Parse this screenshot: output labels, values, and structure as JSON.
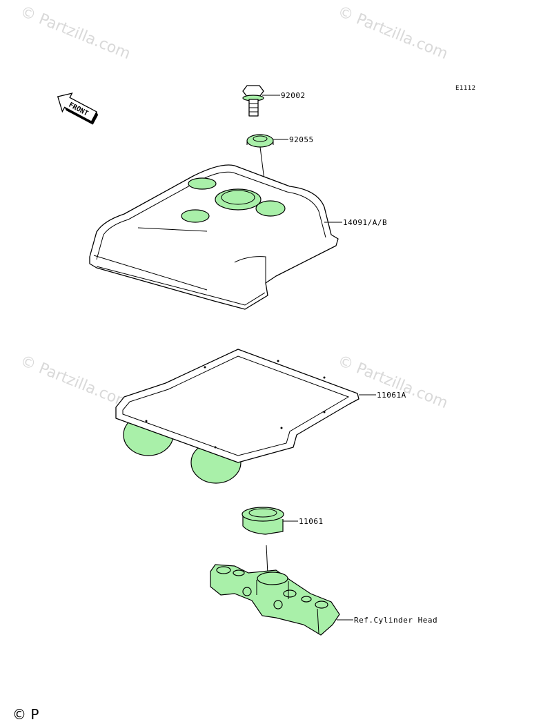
{
  "drawing_code": "E1112",
  "front_arrow": {
    "label": "FRONT"
  },
  "watermarks": [
    "© Partzilla.com",
    "© Partzilla.com",
    "© Partzilla.com",
    "© Partzilla.com"
  ],
  "copyright_fragment": "© P",
  "parts": [
    {
      "number": "92002",
      "name": "bolt"
    },
    {
      "number": "92055",
      "name": "washer"
    },
    {
      "number": "14091/A/B",
      "name": "cylinder-head-cover"
    },
    {
      "number": "11061A",
      "name": "cover-gasket"
    },
    {
      "number": "11061",
      "name": "plug-gasket"
    },
    {
      "number": "Ref.Cylinder Head",
      "name": "cylinder-head-reference"
    }
  ],
  "colors": {
    "part_fill": "#a9f0a9",
    "line": "#000000",
    "watermark": "#d9d9d9",
    "background": "#ffffff"
  }
}
